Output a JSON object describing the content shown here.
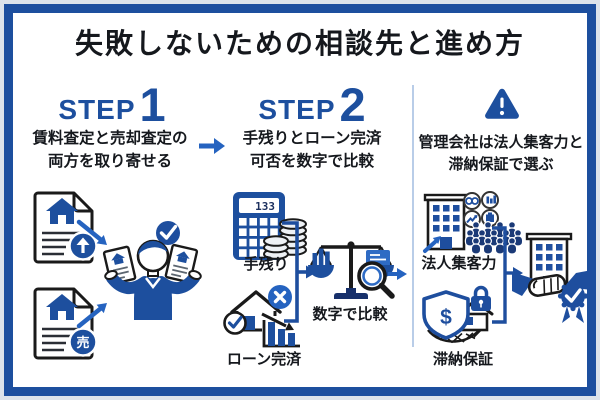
{
  "title": "失敗しないための相談先と進め方",
  "step1": {
    "label": "STEP",
    "number": "1",
    "description_line1": "賃料査定と売却査定の",
    "description_line2": "両方を取り寄せる",
    "sale_badge": "売"
  },
  "step2": {
    "label": "STEP",
    "number": "2",
    "description_line1": "手残りとローン完済",
    "description_line2": "可否を数字で比較",
    "calculator_display": "133",
    "item1_label": "手残り",
    "item2_label": "ローン完済",
    "compare_label": "数字で比較"
  },
  "caution": {
    "description_line1": "管理会社は法人集客力と",
    "description_line2": "滞納保証で選ぶ",
    "item1_label": "法人集客力",
    "item2_label": "滞納保証",
    "shield_symbol": "$"
  },
  "icons": {
    "warning": "warning-triangle",
    "rent_badge": "up-arrow",
    "approval": "checkmark",
    "rejection": "x-mark"
  },
  "colors": {
    "primary_blue": "#1d4f9e",
    "accent_blue": "#2563c0",
    "divider_blue": "#b9cde8",
    "outline": "#1a1a1a",
    "text": "#15181d",
    "background": "#ffffff"
  }
}
